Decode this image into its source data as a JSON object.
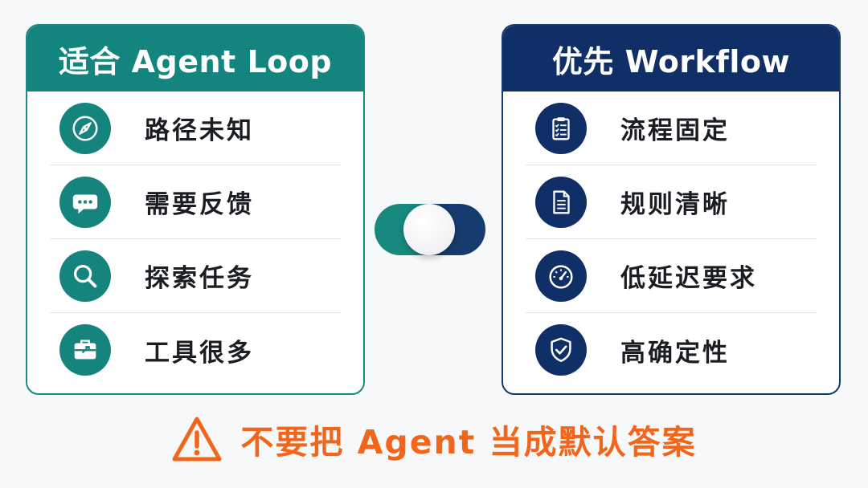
{
  "left_card": {
    "title": "适合 Agent Loop",
    "items": [
      {
        "label": "路径未知",
        "icon": "compass-icon"
      },
      {
        "label": "需要反馈",
        "icon": "chat-bubble-icon"
      },
      {
        "label": "探索任务",
        "icon": "magnifier-icon"
      },
      {
        "label": "工具很多",
        "icon": "toolbox-icon"
      }
    ]
  },
  "right_card": {
    "title": "优先 Workflow",
    "items": [
      {
        "label": "流程固定",
        "icon": "clipboard-checklist-icon"
      },
      {
        "label": "规则清晰",
        "icon": "document-icon"
      },
      {
        "label": "低延迟要求",
        "icon": "speedometer-icon"
      },
      {
        "label": "高确定性",
        "icon": "shield-check-icon"
      }
    ]
  },
  "toggle": {
    "icon": "toggle-switch-icon"
  },
  "warning": {
    "text": "不要把 Agent 当成默认答案",
    "icon": "warning-triangle-icon"
  },
  "colors": {
    "teal": "#13857e",
    "navy": "#0f2f66",
    "warning_orange": "#f2661c"
  }
}
